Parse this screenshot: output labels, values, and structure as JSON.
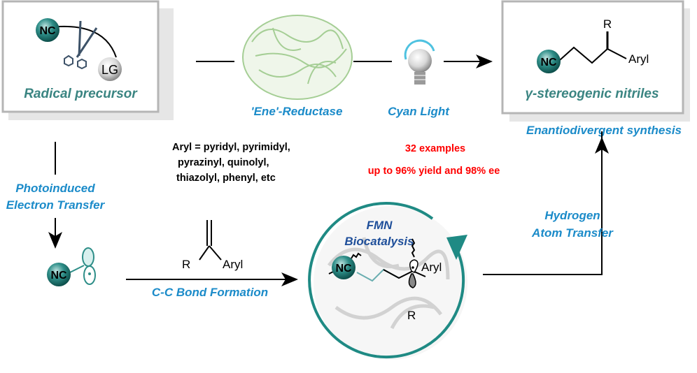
{
  "precursor": {
    "nc": "NC",
    "lg": "LG",
    "label": "Radical precursor"
  },
  "product": {
    "nc": "NC",
    "r": "R",
    "aryl": "Aryl",
    "label": "γ-stereogenic nitriles"
  },
  "enzyme_label": "'Ene'-Reductase",
  "light_label": "Cyan Light",
  "enantio_label": "Enantiodivergent synthesis",
  "aryl_scope": [
    "Aryl = pyridyl, pyrimidyl,",
    "pyrazinyl, quinolyl,",
    "thiazolyl, phenyl, etc"
  ],
  "highlights": [
    "32 examples",
    "up to 96% yield and 98% ee"
  ],
  "pet_label": [
    "Photoinduced",
    "Electron Transfer"
  ],
  "radical": {
    "nc": "NC"
  },
  "alkene": {
    "r": "R",
    "aryl": "Aryl"
  },
  "ccbond_label": "C-C Bond Formation",
  "fmn_label": [
    "FMN",
    "Biocatalysis"
  ],
  "complex": {
    "nc": "NC",
    "aryl": "Aryl",
    "r": "R"
  },
  "hat_label": [
    "Hydrogen",
    "Atom Transfer"
  ],
  "colors": {
    "teal": "#1f8a84",
    "blue": "#1b8bc9",
    "dark_blue": "#1f4f9a",
    "red": "#ff0000"
  }
}
